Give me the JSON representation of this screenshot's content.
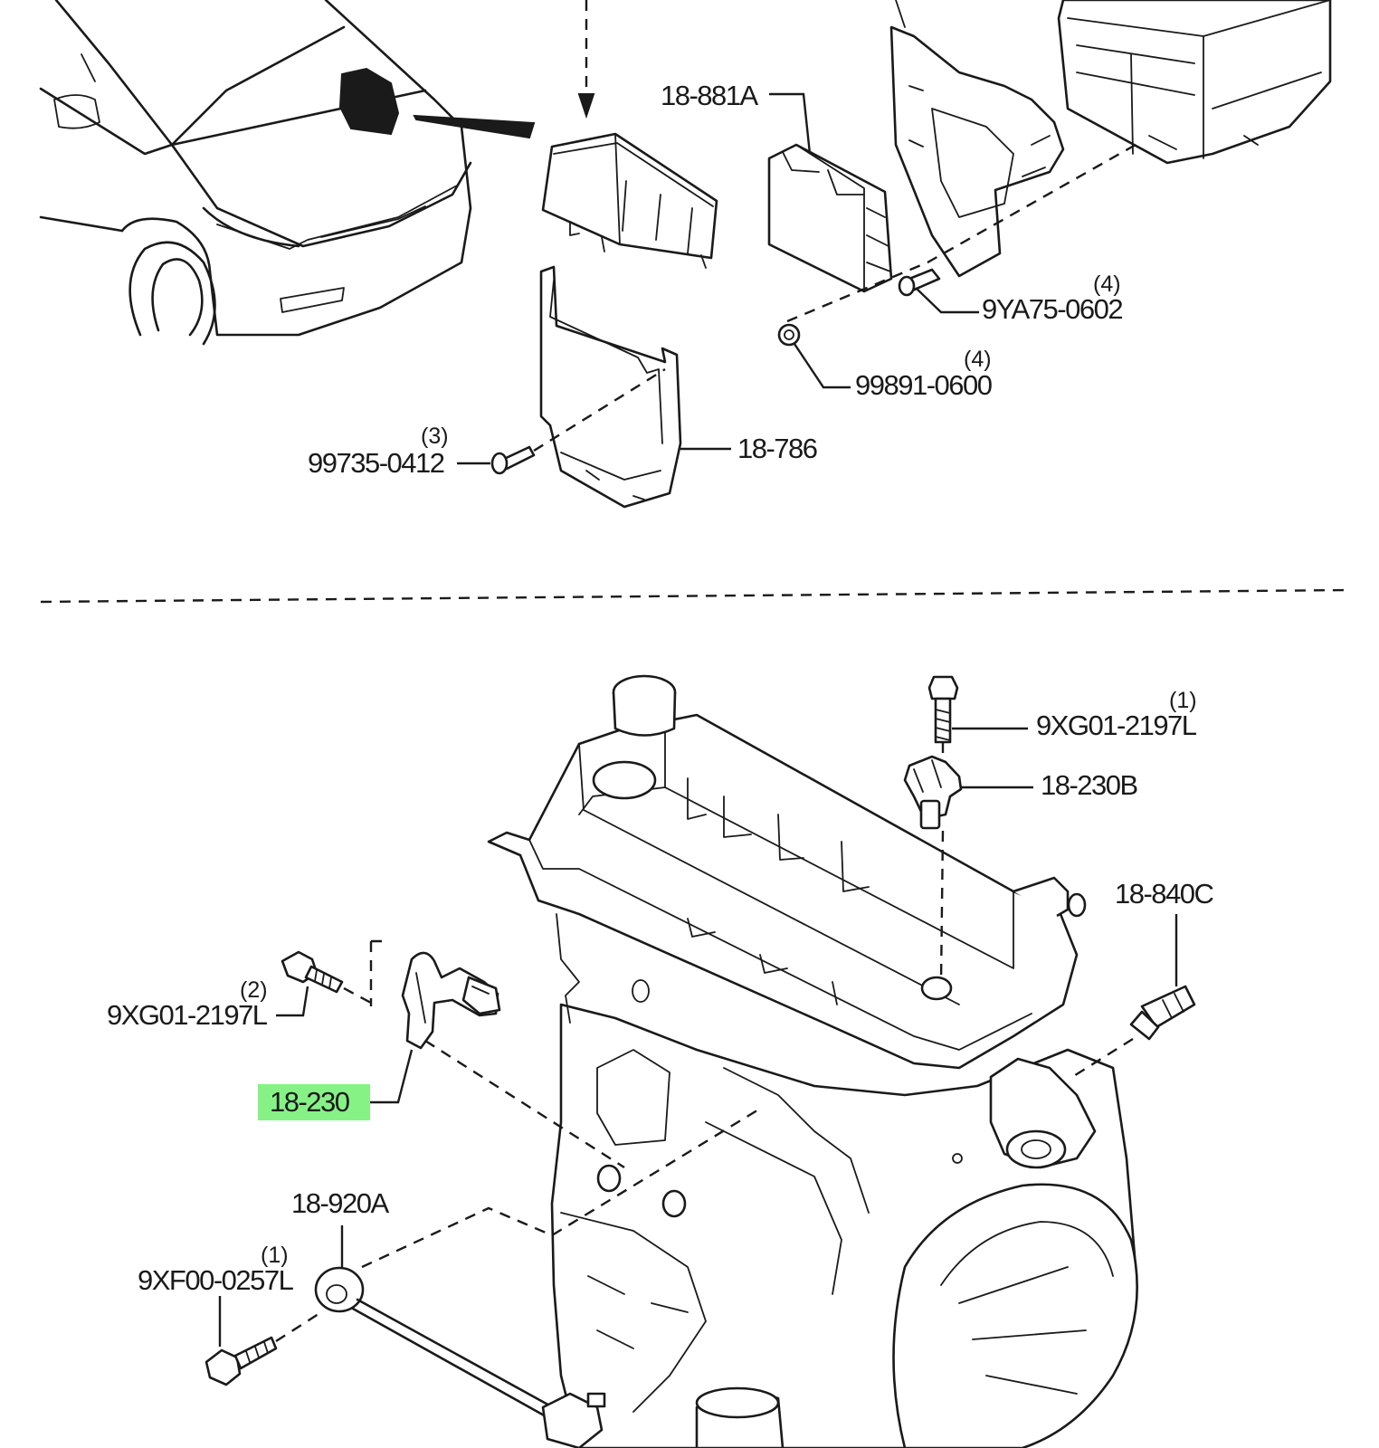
{
  "parts": {
    "ecm_cover": "18-881A",
    "ecm_bracket": "18-786",
    "bracket_bolt": "99735-0412",
    "bracket_bolt_qty": "(3)",
    "ecm_bolt": "9YA75-0602",
    "ecm_bolt_qty": "(4)",
    "ecm_nut": "99891-0600",
    "ecm_nut_qty": "(4)",
    "cam_sensor_bolt": "9XG01-2197L",
    "cam_sensor_bolt_qty": "(1)",
    "cam_sensor": "18-230B",
    "temp_sensor": "18-840C",
    "crank_sensor_bolt": "9XG01-2197L",
    "crank_sensor_bolt_qty": "(2)",
    "crank_sensor": "18-230",
    "knock_sensor": "18-920A",
    "knock_sensor_bolt": "9XF00-0257L",
    "knock_sensor_bolt_qty": "(1)"
  },
  "highlight_color": "#86f286"
}
